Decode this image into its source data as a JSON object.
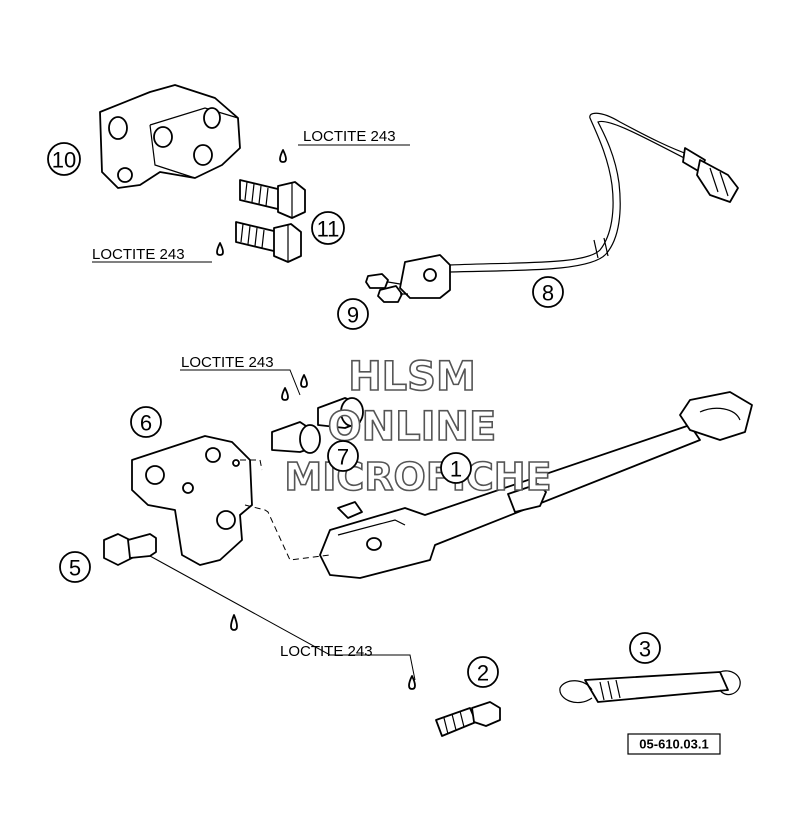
{
  "callouts": [
    {
      "id": "1",
      "label": "1"
    },
    {
      "id": "2",
      "label": "2"
    },
    {
      "id": "3",
      "label": "3"
    },
    {
      "id": "5",
      "label": "5"
    },
    {
      "id": "6",
      "label": "6"
    },
    {
      "id": "7",
      "label": "7"
    },
    {
      "id": "8",
      "label": "8"
    },
    {
      "id": "9",
      "label": "9"
    },
    {
      "id": "10",
      "label": "10"
    },
    {
      "id": "11",
      "label": "11"
    }
  ],
  "loctite_labels": [
    "LOCTITE 243",
    "LOCTITE 243",
    "LOCTITE 243",
    "LOCTITE 243"
  ],
  "watermark": {
    "line1": "HLSM",
    "line2": "ONLINE",
    "line3": "MICROFICHE"
  },
  "reference_code": "05-610.03.1"
}
